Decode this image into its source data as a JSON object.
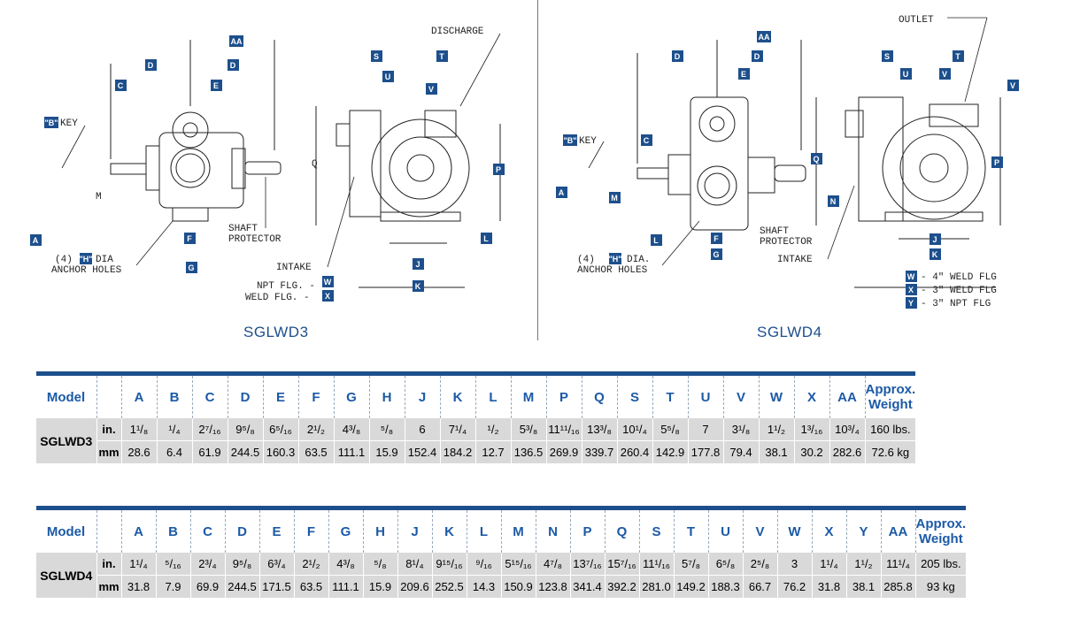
{
  "drawings": {
    "left_caption": "SGLWD3",
    "right_caption": "SGLWD4",
    "labels": {
      "b_key": "KEY",
      "h_dia": "DIA.",
      "anchor_four": "(4)",
      "anchor_holes": "ANCHOR HOLES",
      "h_dia_left": "DIA",
      "shaft_protector_1": "SHAFT",
      "shaft_protector_2": "PROTECTOR",
      "discharge": "DISCHARGE",
      "intake": "INTAKE",
      "outlet": "OUTLET",
      "npt_flg": "NPT FLG. -",
      "weld_flg": "WELD FLG. -",
      "w_4_weld": "- 4\" WELD FLG",
      "x_3_weld": "- 3\" WELD FLG",
      "y_3_npt": "- 3\" NPT FLG",
      "q": "Q",
      "m": "M"
    }
  },
  "table1": {
    "model_header": "Model",
    "weight_header_1": "Approx.",
    "weight_header_2": "Weight",
    "columns": [
      "A",
      "B",
      "C",
      "D",
      "E",
      "F",
      "G",
      "H",
      "J",
      "K",
      "L",
      "M",
      "P",
      "Q",
      "S",
      "T",
      "U",
      "V",
      "W",
      "X",
      "AA"
    ],
    "model": "SGLWD3",
    "rows": [
      {
        "unit": "in.",
        "values": [
          "1¹/₈",
          "¹/₄",
          "2⁷/₁₆",
          "9⁵/₈",
          "6⁵/₁₆",
          "2¹/₂",
          "4³/₈",
          "⁵/₈",
          "6",
          "7¹/₄",
          "¹/₂",
          "5³/₈",
          "11¹¹/₁₆",
          "13³/₈",
          "10¹/₄",
          "5⁵/₈",
          "7",
          "3¹/₈",
          "1¹/₂",
          "1³/₁₆",
          "10³/₄"
        ],
        "weight": "160 lbs."
      },
      {
        "unit": "mm",
        "values": [
          "28.6",
          "6.4",
          "61.9",
          "244.5",
          "160.3",
          "63.5",
          "111.1",
          "15.9",
          "152.4",
          "184.2",
          "12.7",
          "136.5",
          "269.9",
          "339.7",
          "260.4",
          "142.9",
          "177.8",
          "79.4",
          "38.1",
          "30.2",
          "282.6"
        ],
        "weight": "72.6 kg"
      }
    ]
  },
  "table2": {
    "model_header": "Model",
    "weight_header_1": "Approx.",
    "weight_header_2": "Weight",
    "columns": [
      "A",
      "B",
      "C",
      "D",
      "E",
      "F",
      "G",
      "H",
      "J",
      "K",
      "L",
      "M",
      "N",
      "P",
      "Q",
      "S",
      "T",
      "U",
      "V",
      "W",
      "X",
      "Y",
      "AA"
    ],
    "model": "SGLWD4",
    "rows": [
      {
        "unit": "in.",
        "values": [
          "1¹/₄",
          "⁵/₁₆",
          "2³/₄",
          "9⁵/₈",
          "6³/₄",
          "2¹/₂",
          "4³/₈",
          "⁵/₈",
          "8¹/₄",
          "9¹⁵/₁₆",
          "⁹/₁₆",
          "5¹⁵/₁₆",
          "4⁷/₈",
          "13⁷/₁₆",
          "15⁷/₁₆",
          "11¹/₁₆",
          "5⁷/₈",
          "6⁵/₈",
          "2⁵/₈",
          "3",
          "1¹/₄",
          "1¹/₂",
          "11¹/₄"
        ],
        "weight": "205 lbs."
      },
      {
        "unit": "mm",
        "values": [
          "31.8",
          "7.9",
          "69.9",
          "244.5",
          "171.5",
          "63.5",
          "111.1",
          "15.9",
          "209.6",
          "252.5",
          "14.3",
          "150.9",
          "123.8",
          "341.4",
          "392.2",
          "281.0",
          "149.2",
          "188.3",
          "66.7",
          "76.2",
          "31.8",
          "38.1",
          "285.8"
        ],
        "weight": "93 kg"
      }
    ]
  },
  "colors": {
    "accent": "#1d4f8c",
    "grey_row": "#d9d9d9"
  }
}
